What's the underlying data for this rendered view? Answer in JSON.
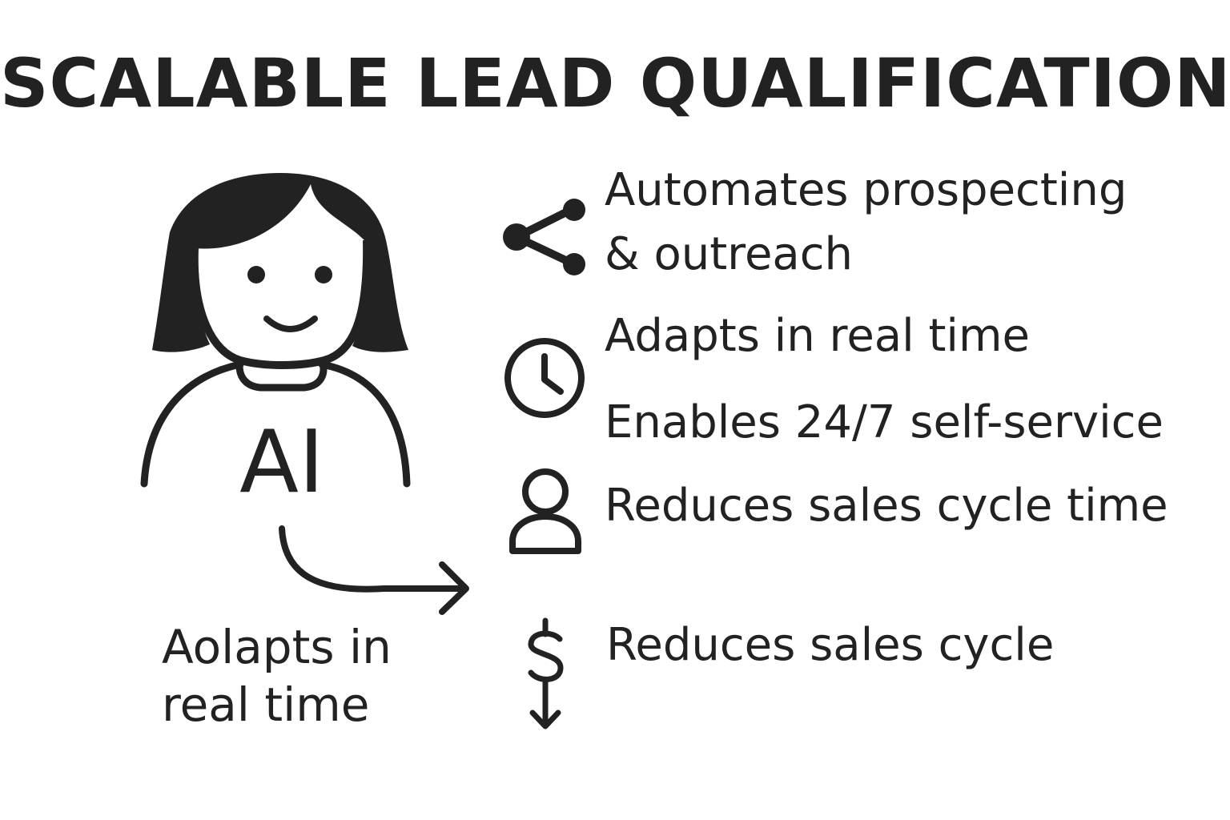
{
  "title": "SCALABLE LEAD QUALIFICATION",
  "colors": {
    "ink": "#222222",
    "background": "#ffffff"
  },
  "character": {
    "shirt_label": "AI"
  },
  "side_caption": {
    "line1": "Aolapts in",
    "line2": "real time"
  },
  "features": [
    {
      "icon": "share-icon",
      "line1": "Automates prospecting",
      "line2": "& outreach"
    },
    {
      "icon": "clock-icon",
      "text": "Adapts in real time"
    },
    {
      "icon": "",
      "text": "Enables 24/7 self-service"
    },
    {
      "icon": "person-icon",
      "text": "Reduces sales cycle time"
    },
    {
      "icon": "dollar-down-icon",
      "text": "Reduces sales cycle"
    }
  ]
}
